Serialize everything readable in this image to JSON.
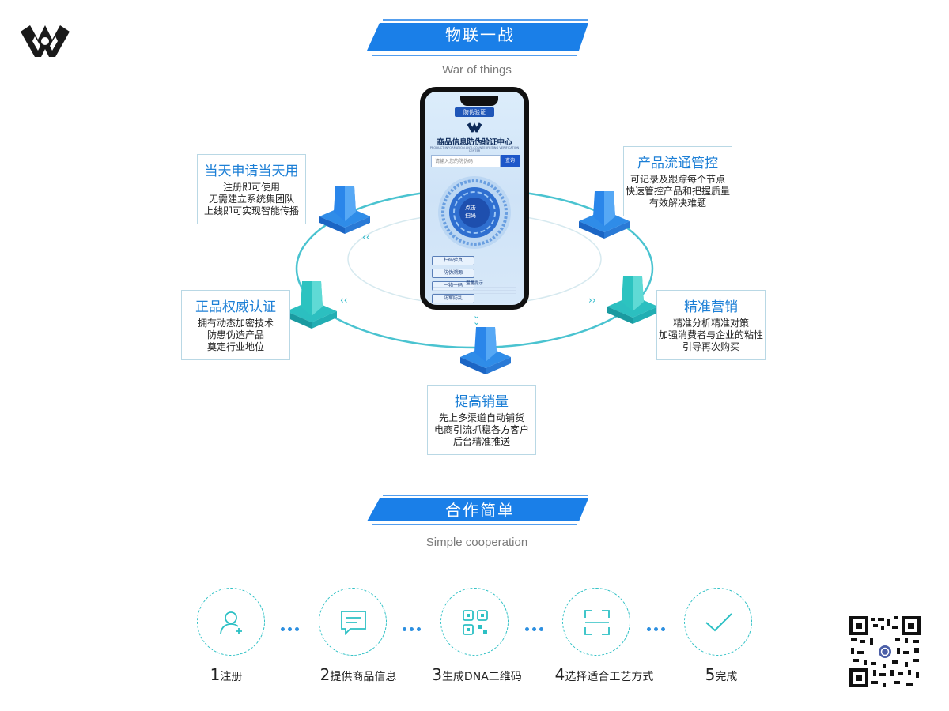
{
  "section1": {
    "title": "物联一战",
    "subtitle": "War of things"
  },
  "section2": {
    "title": "合作简单",
    "subtitle": "Simple cooperation"
  },
  "phone": {
    "badge": "防伪验证",
    "title": "商品信息防伪验证中心",
    "subtitle": "PRODUCT INFORMATION ANTI-COUNTERFEITING VERIFICATION CENTER",
    "search_placeholder": "请输入您的防伪码",
    "search_button": "查询",
    "dial_top": "点击",
    "dial_bottom": "扫码",
    "buttons": [
      "扫码验真",
      "防伪溯源",
      "一物一码",
      "防窜防乱"
    ],
    "tip": "温馨提示"
  },
  "features": [
    {
      "title": "当天申请当天用",
      "lines": [
        "注册即可使用",
        "无需建立系统集团队",
        "上线即可实现智能传播"
      ]
    },
    {
      "title": "产品流通管控",
      "lines": [
        "可记录及跟踪每个节点",
        "快速管控产品和把握质量",
        "有效解决难题"
      ]
    },
    {
      "title": "正品权威认证",
      "lines": [
        "拥有动态加密技术",
        "防患伪造产品",
        "奠定行业地位"
      ]
    },
    {
      "title": "精准营销",
      "lines": [
        "精准分析精准对策",
        "加强消费者与企业的粘性",
        "引导再次购买"
      ]
    },
    {
      "title": "提高销量",
      "lines": [
        "先上多渠道自动铺货",
        "电商引流抓稳各方客户",
        "后台精准推送"
      ]
    }
  ],
  "steps": [
    {
      "num": "1",
      "label": "注册",
      "icon": "user-icon"
    },
    {
      "num": "2",
      "label": "提供商品信息",
      "icon": "message-icon"
    },
    {
      "num": "3",
      "label": "生成DNA二维码",
      "icon": "qrcode-icon"
    },
    {
      "num": "4",
      "label": "选择适合工艺方式",
      "icon": "scan-frame-icon"
    },
    {
      "num": "5",
      "label": "完成",
      "icon": "checkmark-icon"
    }
  ],
  "colors": {
    "accent_blue": "#1a7fe8",
    "teal": "#2cc0c4",
    "title_blue": "#1c7fd6"
  }
}
